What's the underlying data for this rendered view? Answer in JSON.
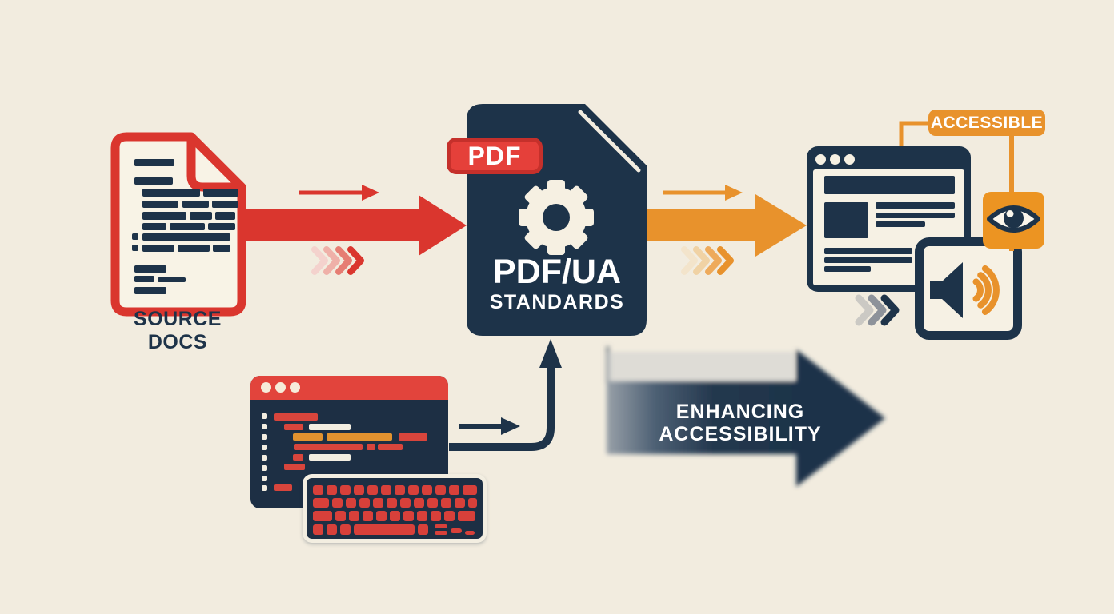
{
  "title": "PDF accessibility workflow infographic",
  "colors": {
    "background": "#f2ecdf",
    "navy": "#1e3349",
    "red": "#da362e",
    "orange": "#e8922c",
    "cream": "#f6f1e4"
  },
  "nodes": {
    "source_doc": {
      "label": "SOURCE DOCS"
    },
    "pdf_file": {
      "badge": "PDF",
      "title": "PDF/UA",
      "subtitle": "STANDARDS"
    },
    "output": {
      "badge": "ACCESSIBLE"
    },
    "process_arrow": {
      "line1": "ENHANCING",
      "line2": "ACCESSIBILITY"
    }
  },
  "icons": [
    "document-icon",
    "gear-icon",
    "browser-window-icon",
    "eye-icon",
    "speaker-icon",
    "sound-waves-icon",
    "code-editor-icon",
    "keyboard-icon"
  ]
}
